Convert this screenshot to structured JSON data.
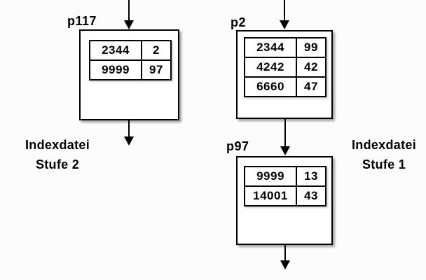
{
  "diagram": {
    "colors": {
      "background": "#fcfcfc",
      "line": "#000000",
      "box_fill": "#ffffff"
    },
    "nodes": [
      {
        "label": "p117",
        "rows": [
          [
            "2344",
            "2"
          ],
          [
            "9999",
            "97"
          ]
        ]
      },
      {
        "label": "p2",
        "rows": [
          [
            "2344",
            "99"
          ],
          [
            "4242",
            "42"
          ],
          [
            "6660",
            "47"
          ]
        ]
      },
      {
        "label": "p97",
        "rows": [
          [
            "9999",
            "13"
          ],
          [
            "14001",
            "43"
          ]
        ]
      }
    ],
    "captions": {
      "left": {
        "line1": "Indexdatei",
        "line2": "Stufe 2"
      },
      "right": {
        "line1": "Indexdatei",
        "line2": "Stufe 1"
      }
    }
  }
}
